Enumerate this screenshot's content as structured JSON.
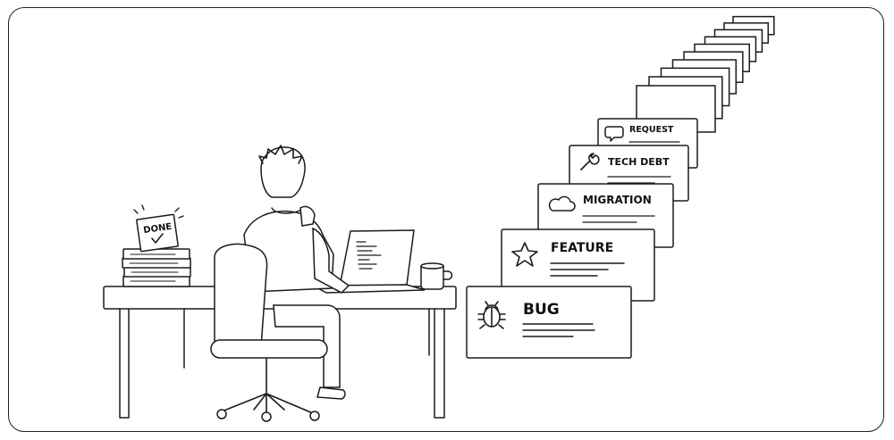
{
  "stack_label": "DONE",
  "tickets": [
    {
      "type": "BUG",
      "icon": "bug-icon"
    },
    {
      "type": "FEATURE",
      "icon": "star-icon"
    },
    {
      "type": "MIGRATION",
      "icon": "cloud-icon"
    },
    {
      "type": "TECH DEBT",
      "icon": "wrench-icon"
    },
    {
      "type": "REQUEST",
      "icon": "chat-bubble-icon"
    }
  ],
  "colors": {
    "ink": "#1b1b1b",
    "paper": "#ffffff",
    "shadow": "#e8e8e8"
  }
}
